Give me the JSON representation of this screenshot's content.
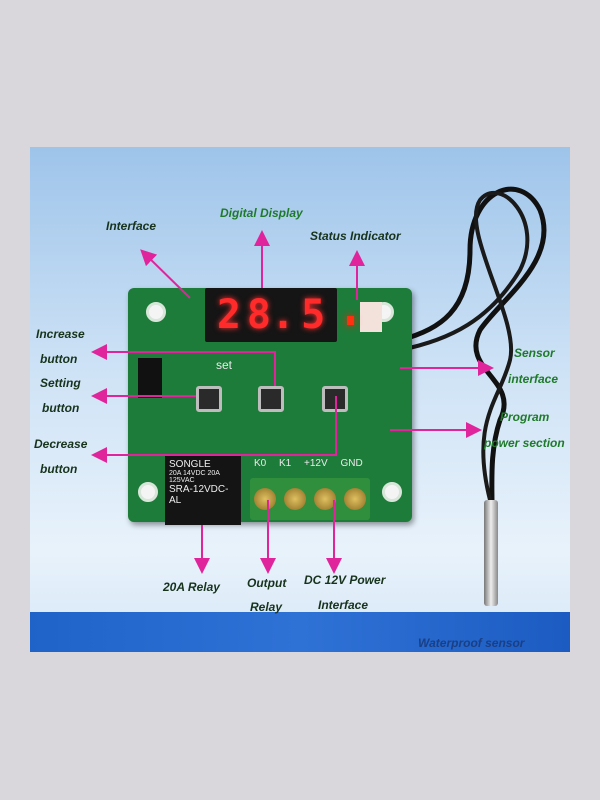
{
  "labels": {
    "interface": "Interface",
    "digital_display": "Digital Display",
    "status_indicator": "Status Indicator",
    "increase_1": "Increase",
    "increase_2": "button",
    "setting_1": "Setting",
    "setting_2": "button",
    "decrease_1": "Decrease",
    "decrease_2": "button",
    "relay_20a": "20A Relay",
    "output_1": "Output",
    "output_2": "Relay",
    "power_1": "DC 12V Power",
    "power_2": "Interface",
    "sensor_1": "Sensor",
    "sensor_2": "interface",
    "program_1": "Program",
    "program_2": "power section",
    "waterproof": "Waterproof sensor"
  },
  "board": {
    "display_digits": [
      "2",
      "8.",
      "5"
    ],
    "set_label": "set",
    "relay_text": "SRA-12VDC-AL",
    "relay_brand": "SONGLE",
    "relay_rating": "20A 14VDC 20A 125VAC",
    "terminal_labels": [
      "K0",
      "K1",
      "+12V",
      "GND"
    ]
  },
  "colors": {
    "arrow": "#e0259c",
    "display": "#ff2a2a",
    "pcb": "#1e7c3a"
  }
}
